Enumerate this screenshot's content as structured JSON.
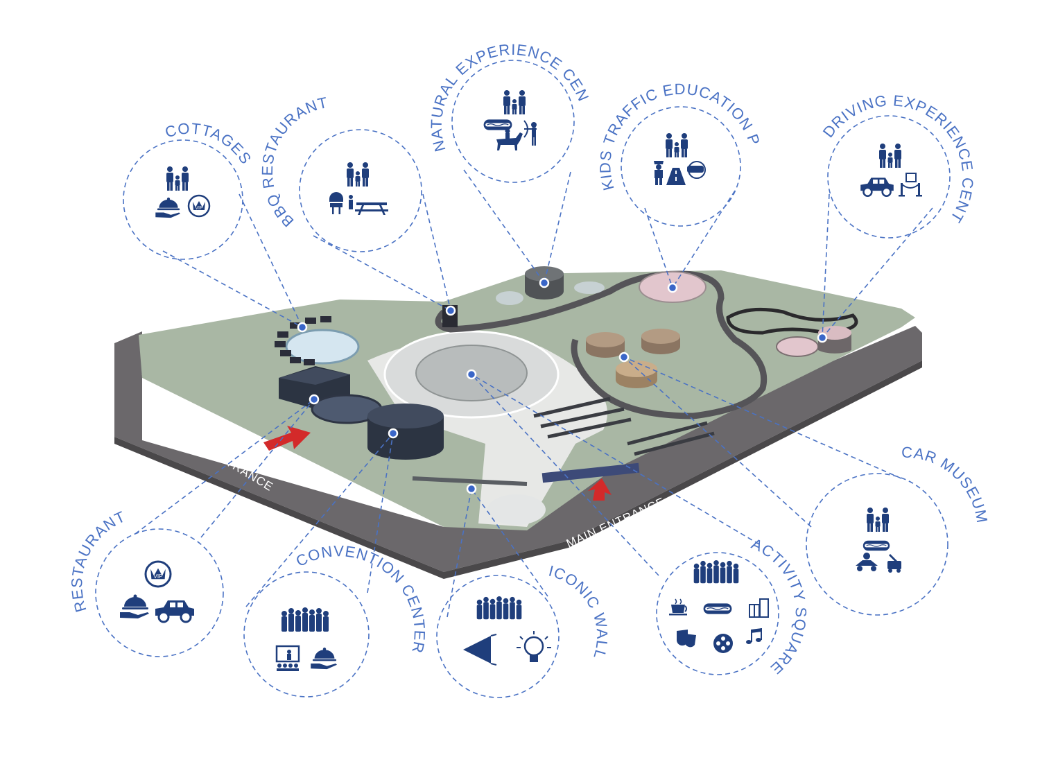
{
  "diagram": {
    "colors": {
      "accent": "#4a72c4",
      "icon": "#1f3e7c",
      "ground": "#a9b7a4",
      "road": "#6b686b",
      "arrow": "#d32a2a"
    },
    "road_labels": {
      "vip_entrance": "VIP ENTRANCE",
      "main_entrance": "MAIN ENTRANCE"
    },
    "zones": {
      "cottages": {
        "label": "COTTAGES",
        "icons": [
          "family-icon",
          "service-cloche-icon",
          "vip-badge-icon"
        ]
      },
      "bbq_restaurant": {
        "label": "BBQ RESTAURANT",
        "icons": [
          "family-icon",
          "grill-icon",
          "picnic-table-icon"
        ]
      },
      "natural_experience_center": {
        "label": "NATURAL EXPERIENCE CENTER",
        "icons": [
          "family-icon",
          "food-icon",
          "horse-rider-icon",
          "archer-icon"
        ]
      },
      "kids_traffic_education_park": {
        "label": "KIDS TRAFFIC  EDUCATION PARK",
        "icons": [
          "family-icon",
          "police-icon",
          "road-icon",
          "vr-headset-icon"
        ]
      },
      "driving_experience_center": {
        "label": "DRIVING EXPERIENCE CENTER",
        "icons": [
          "family-icon",
          "classic-car-icon",
          "stanchion-icon"
        ]
      },
      "car_museum": {
        "label": "CAR MUSEUM",
        "icons": [
          "family-icon",
          "food-icon",
          "go-kart-icon",
          "repair-icon"
        ]
      },
      "activity_square": {
        "label": "ACTIVITY SQUARE",
        "icons": [
          "crowd-icon",
          "coffee-icon",
          "food-icon",
          "gift-icon",
          "theater-masks-icon",
          "film-reel-icon",
          "music-note-icon"
        ]
      },
      "iconic_wall": {
        "label": "ICONIC WALL",
        "icons": [
          "crowd-icon",
          "projector-icon",
          "light-bulb-icon"
        ]
      },
      "convention_center": {
        "label": "CONVENTION CENTER",
        "icons": [
          "crowd-icon",
          "presentation-icon",
          "service-cloche-icon"
        ]
      },
      "restaurant": {
        "label": "RESTAURANT",
        "icons": [
          "vip-badge-icon",
          "service-cloche-icon",
          "classic-car-icon"
        ]
      }
    }
  }
}
